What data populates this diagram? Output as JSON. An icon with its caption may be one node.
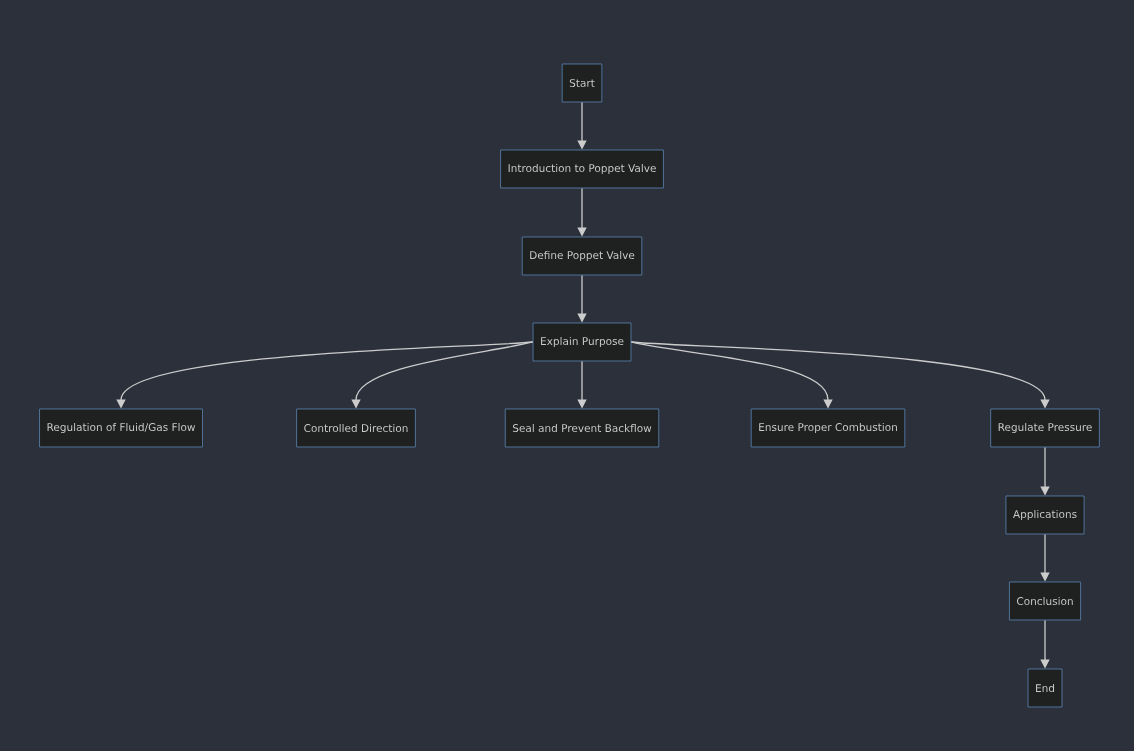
{
  "diagram": {
    "nodes": [
      {
        "text": [
          "Start"
        ]
      },
      {
        "text": [
          "Introduction to Poppet Valve"
        ]
      },
      {
        "text": [
          "Define Poppet Valve"
        ]
      },
      {
        "text": [
          "Explain Purpose"
        ]
      },
      {
        "text": [
          "Regulation of Fluid/Gas Flow"
        ]
      },
      {
        "text": [
          "Controlled Direction"
        ]
      },
      {
        "text": [
          "Seal and Prevent Backflow"
        ]
      },
      {
        "text": [
          "Ensure Proper Combustion"
        ]
      },
      {
        "text": [
          "Regulate Pressure"
        ]
      },
      {
        "text": [
          "Applications"
        ]
      },
      {
        "text": [
          "Conclusion"
        ]
      },
      {
        "text": [
          "End"
        ]
      }
    ],
    "edges": [
      {
        "from": 0,
        "to": 1,
        "arrow": "to"
      },
      {
        "from": 1,
        "to": 2,
        "arrow": "to"
      },
      {
        "from": 2,
        "to": 3,
        "arrow": "to"
      },
      {
        "from": 3,
        "to": 4,
        "arrow": "to"
      },
      {
        "from": 3,
        "to": 5,
        "arrow": "to"
      },
      {
        "from": 3,
        "to": 6,
        "arrow": "to"
      },
      {
        "from": 3,
        "to": 7,
        "arrow": "to"
      },
      {
        "from": 3,
        "to": 8,
        "arrow": "to"
      },
      {
        "from": 8,
        "to": 9,
        "arrow": "to"
      },
      {
        "from": 9,
        "to": 10,
        "arrow": "to"
      },
      {
        "from": 10,
        "to": 11,
        "arrow": "to"
      }
    ]
  }
}
